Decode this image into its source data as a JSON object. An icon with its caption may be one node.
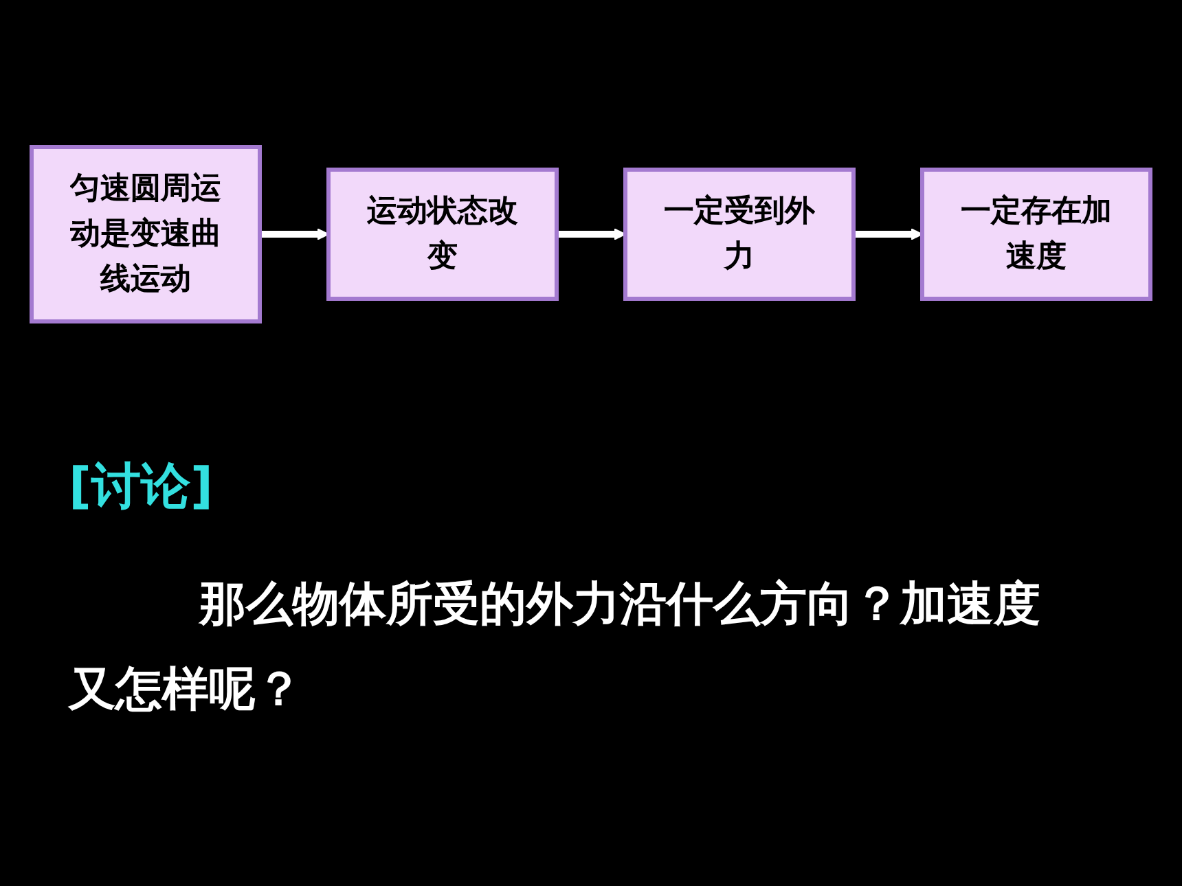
{
  "diagram": {
    "nodes": [
      {
        "text": [
          "匀速圆周运动是变速曲线运动"
        ]
      },
      {
        "text": [
          "运动状态改变"
        ]
      },
      {
        "text": [
          "一定受到外力"
        ]
      },
      {
        "text": [
          "一定存在加速度"
        ]
      }
    ],
    "edges": [
      {
        "from": 0,
        "to": 1,
        "arrow": "to"
      },
      {
        "from": 1,
        "to": 2,
        "arrow": "to"
      },
      {
        "from": 2,
        "to": 3,
        "arrow": "to"
      }
    ],
    "labels": [
      "[讨论]",
      "那么物体所受的外力沿什么方向？加速度又怎样呢？"
    ]
  }
}
